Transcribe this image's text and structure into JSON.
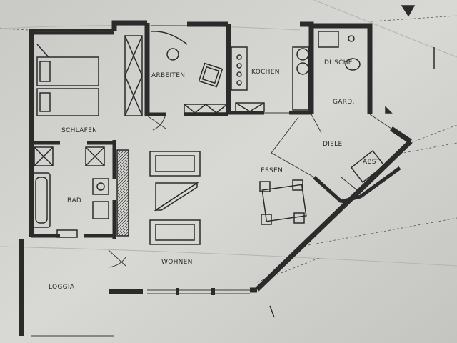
{
  "rooms": {
    "schlafen": "SCHLAFEN",
    "arbeiten": "ARBEITEN",
    "kochen": "KOCHEN",
    "dusche": "DUSCHE",
    "gard": "GARD.",
    "diele": "DIELE",
    "abst": "ABST",
    "essen": "ESSEN",
    "bad": "BAD",
    "wohnen": "WOHNEN",
    "loggia": "LOGGIA"
  },
  "colors": {
    "paper": "#cfcfcc",
    "paper_light": "#dcdcd8",
    "wall": "#2b2b2b",
    "line": "#3a3a3a",
    "text": "#2a2a2a"
  }
}
